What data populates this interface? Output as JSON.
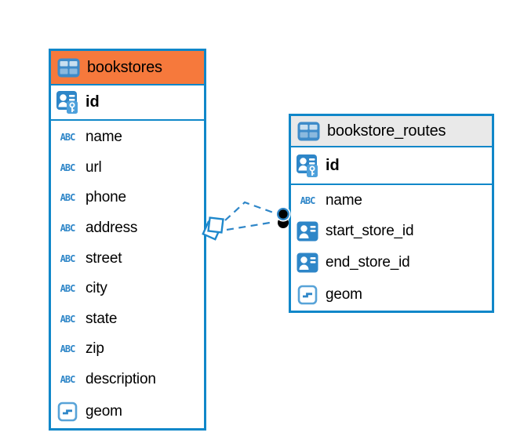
{
  "icons": {
    "text_type_label": "ABC"
  },
  "tables": {
    "bookstores": {
      "title": "bookstores",
      "pk": "id",
      "fields": [
        "name",
        "url",
        "phone",
        "address",
        "street",
        "city",
        "state",
        "zip",
        "description",
        "geom"
      ]
    },
    "routes": {
      "title": "bookstore_routes",
      "pk": "id",
      "fields": [
        "name",
        "start_store_id",
        "end_store_id",
        "geom"
      ]
    }
  },
  "relationships": [
    {
      "from": "bookstores",
      "to": "bookstore_routes",
      "style": "dashed"
    },
    {
      "from": "bookstores",
      "to": "bookstore_routes",
      "style": "dashed"
    }
  ],
  "colors": {
    "table_border_blue": "#1087C9",
    "icon_blue": "#2E86C8",
    "icon_light_blue": "#58A3D8",
    "header_orange": "#F6793C",
    "header_gray": "#E9E9E9",
    "connector_blue": "#2E86C8",
    "marker_black": "#000000",
    "text": "#000000"
  }
}
